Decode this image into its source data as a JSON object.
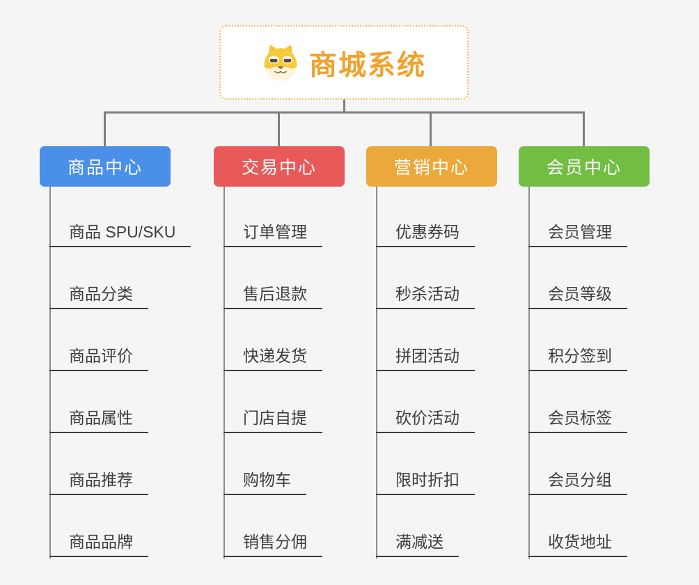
{
  "root": {
    "title": "商城系统",
    "icon": "dog-mascot-icon"
  },
  "branches": [
    {
      "label": "商品中心",
      "color": "#4A8FE8",
      "items": [
        "商品 SPU/SKU",
        "商品分类",
        "商品评价",
        "商品属性",
        "商品推荐",
        "商品品牌"
      ]
    },
    {
      "label": "交易中心",
      "color": "#E85A5A",
      "items": [
        "订单管理",
        "售后退款",
        "快递发货",
        "门店自提",
        "购物车",
        "销售分佣"
      ]
    },
    {
      "label": "营销中心",
      "color": "#EBA93C",
      "items": [
        "优惠券码",
        "秒杀活动",
        "拼团活动",
        "砍价活动",
        "限时折扣",
        "满减送"
      ]
    },
    {
      "label": "会员中心",
      "color": "#72BE43",
      "items": [
        "会员管理",
        "会员等级",
        "积分签到",
        "会员标签",
        "会员分组",
        "收货地址"
      ]
    }
  ],
  "colors": {
    "background": "#F6F5F6",
    "connector": "#7D7D7D",
    "leaf_line": "#8C8C8C",
    "leaf_text": "#3A3E41",
    "root_text": "#EFA32E",
    "root_border": "#F3BC64",
    "root_background": "#FFFFFF"
  }
}
